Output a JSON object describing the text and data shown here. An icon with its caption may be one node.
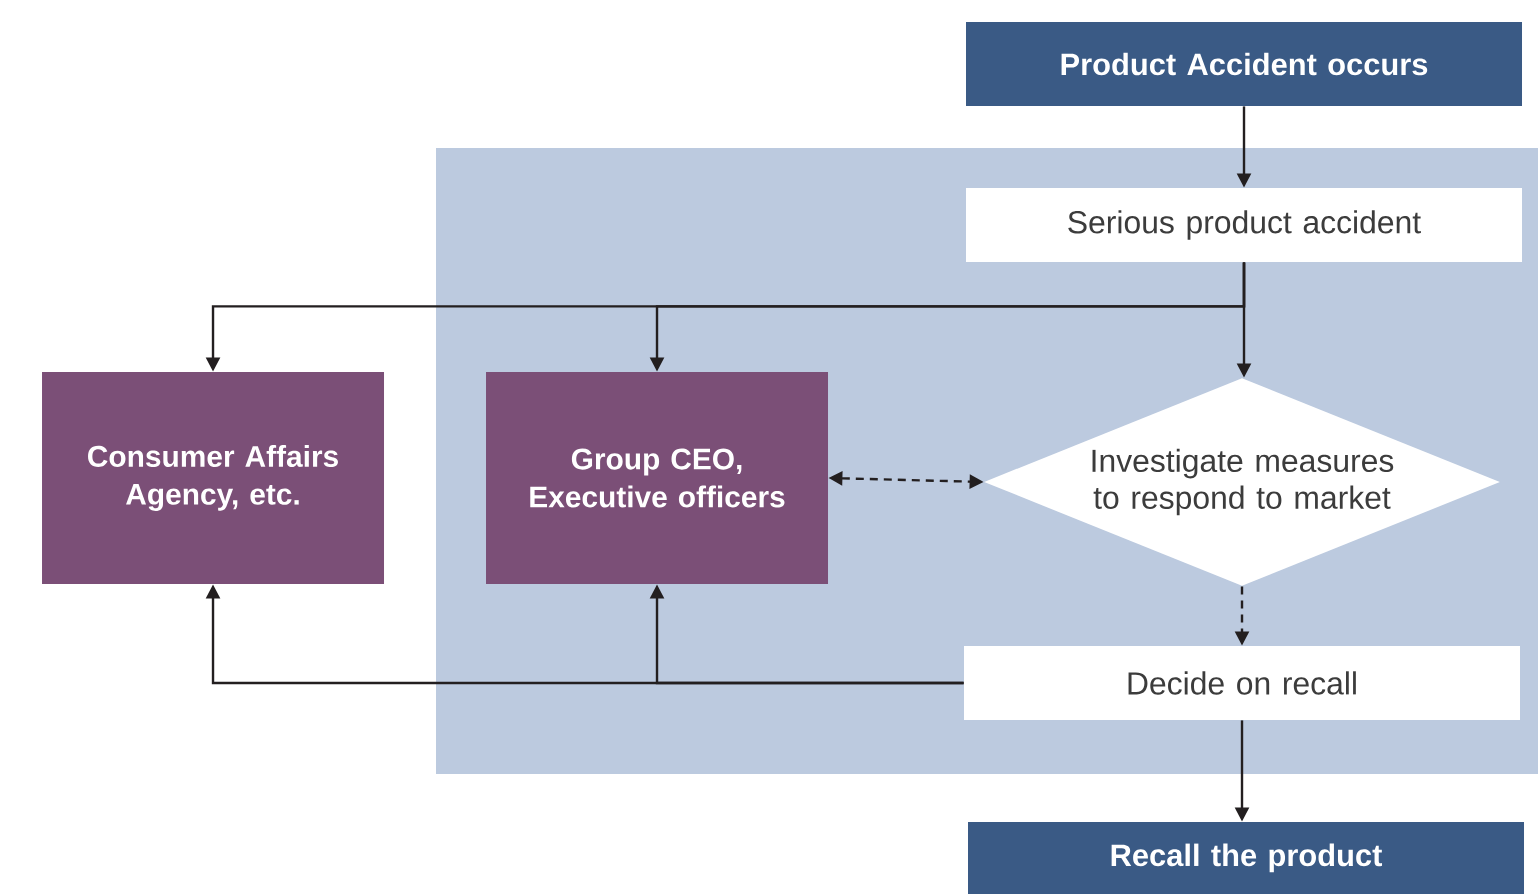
{
  "diagram": {
    "nodes": [
      {
        "text": [
          "Product Accident occurs"
        ]
      },
      {
        "text": [
          "Serious product accident"
        ]
      },
      {
        "text": [
          "Consumer Affairs Agency, etc."
        ]
      },
      {
        "text": [
          "Group CEO, Executive officers"
        ]
      },
      {
        "text": [
          "Investigate measures to respond to market"
        ]
      },
      {
        "text": [
          "Decide on recall"
        ]
      },
      {
        "text": [
          "Recall the product"
        ]
      }
    ],
    "edges": [
      {
        "from": 0,
        "to": 1,
        "arrow": "to"
      },
      {
        "from": 1,
        "to": 2,
        "arrow": "to"
      },
      {
        "from": 1,
        "to": 3,
        "arrow": "to"
      },
      {
        "from": 1,
        "to": 4,
        "arrow": "to"
      },
      {
        "from": 3,
        "to": 4,
        "arrow": "both",
        "style": "dashed"
      },
      {
        "from": 4,
        "to": 5,
        "arrow": "to",
        "style": "dashed"
      },
      {
        "from": 5,
        "to": 2,
        "arrow": "to"
      },
      {
        "from": 5,
        "to": 3,
        "arrow": "to"
      },
      {
        "from": 5,
        "to": 6,
        "arrow": "to"
      }
    ]
  }
}
